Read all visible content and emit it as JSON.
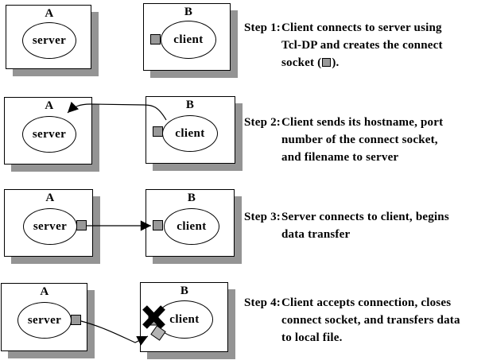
{
  "colors": {
    "socket_fill": "#999999",
    "new_socket_fill": "#b3b3b3",
    "shadow": "#949494",
    "ink": "#000000"
  },
  "machines": {
    "rows": [
      {
        "a": {
          "label": "A",
          "node": "server"
        },
        "b": {
          "label": "B",
          "node": "client"
        }
      },
      {
        "a": {
          "label": "A",
          "node": "server"
        },
        "b": {
          "label": "B",
          "node": "client"
        }
      },
      {
        "a": {
          "label": "A",
          "node": "server"
        },
        "b": {
          "label": "B",
          "node": "client"
        }
      },
      {
        "a": {
          "label": "A",
          "node": "server"
        },
        "b": {
          "label": "B",
          "node": "client"
        }
      }
    ]
  },
  "steps": [
    {
      "prefix": "Step 1:",
      "text": "Client connects to server using\nTcl-DP and creates the connect\nsocket (",
      "text_after": ").",
      "glyph": "connect-socket-square"
    },
    {
      "prefix": "Step 2:",
      "text": "Client sends its hostname, port\nnumber of the connect socket,\nand filename to server"
    },
    {
      "prefix": "Step 3:",
      "text": "Server connects to client, begins\ndata transfer"
    },
    {
      "prefix": "Step 4:",
      "text": "Client accepts connection, closes\nconnect socket, and transfers data\nto local file."
    }
  ]
}
